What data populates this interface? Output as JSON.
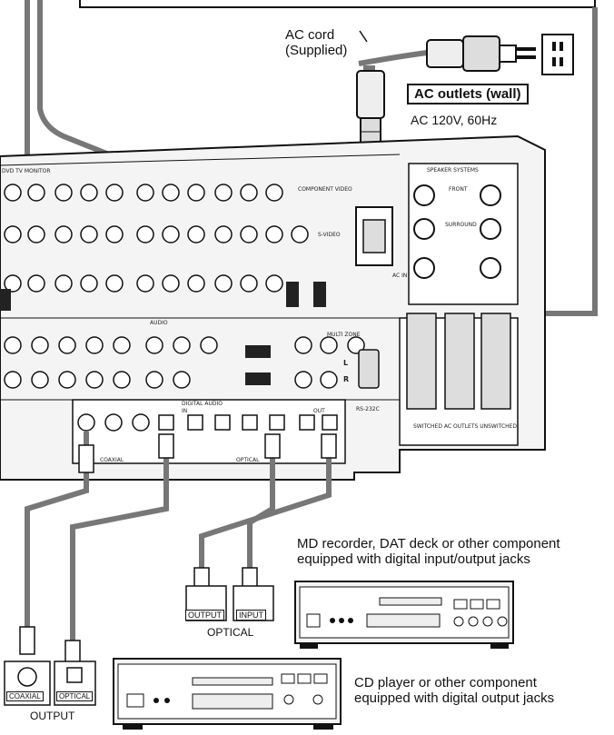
{
  "ac_cord": {
    "line1": "AC cord",
    "line2": "(Supplied)"
  },
  "ac_outlets": {
    "label": "AC outlets (wall)",
    "spec": "AC 120V, 60Hz"
  },
  "md_recorder": {
    "line1": "MD recorder, DAT deck or other component",
    "line2": "equipped with digital input/output jacks"
  },
  "cd_player": {
    "line1": "CD player or other component",
    "line2": "equipped with digital output jacks"
  },
  "md_jacks": {
    "output": "OUTPUT",
    "input": "INPUT",
    "group": "OPTICAL"
  },
  "cd_jacks": {
    "coaxial": "COAXIAL",
    "optical": "OPTICAL",
    "group": "OUTPUT"
  },
  "receiver_labels": {
    "dvd_tv_monitor": "DVD TV MONITOR",
    "component_video": "COMPONENT VIDEO",
    "s_video": "S-VIDEO",
    "audio": "AUDIO",
    "speaker_systems": "SPEAKER SYSTEMS",
    "digital_audio": "DIGITAL AUDIO",
    "in": "IN",
    "out": "OUT",
    "coaxial": "COAXIAL",
    "optical": "OPTICAL",
    "rs232c": "RS-232C",
    "ac_in": "AC IN",
    "switched_outlets": "SWITCHED  AC OUTLETS  UNSWITCHED",
    "multi_zone": "MULTI ZONE",
    "front": "FRONT",
    "surround": "SURROUND",
    "l": "L",
    "r": "R"
  }
}
